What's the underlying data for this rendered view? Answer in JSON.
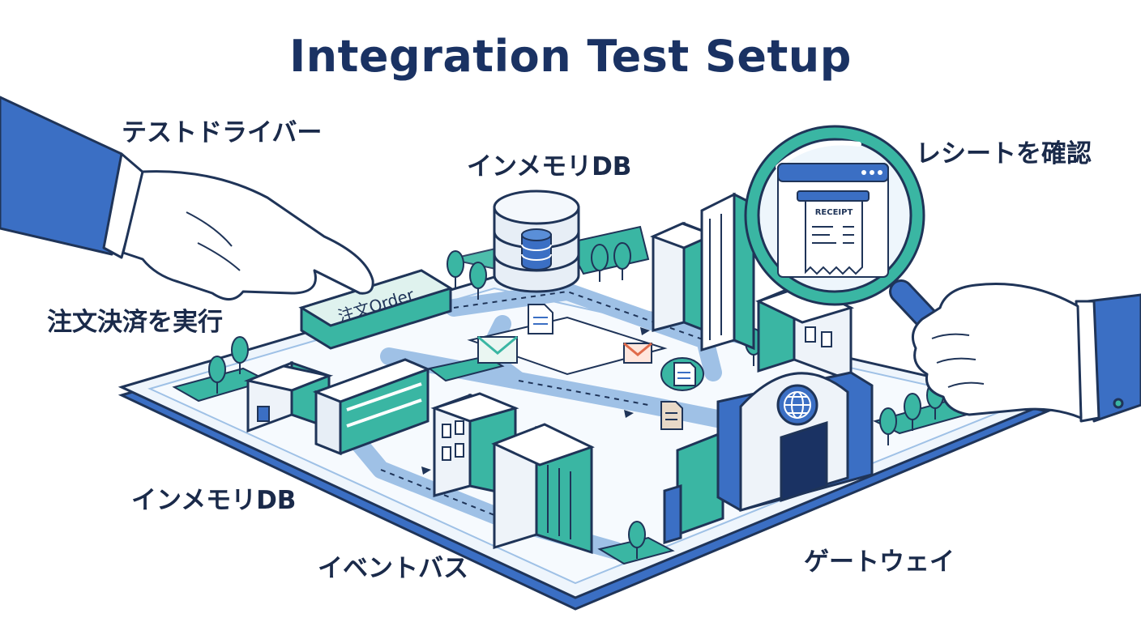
{
  "title": "Integration Test Setup",
  "labels": {
    "test_driver": "テストドライバー",
    "execute_order": "注文決済を実行",
    "in_memory_db_top": "インメモリDB",
    "in_memory_db_bottom": "インメモリDB",
    "event_bus": "イベントバス",
    "gateway": "ゲートウェイ",
    "check_receipt": "レシートを確認"
  },
  "order_button": {
    "label": "注文Order"
  },
  "receipt": {
    "label": "RECEIPT"
  },
  "icons": [
    "database-icon",
    "envelope-icon",
    "document-icon",
    "globe-icon",
    "magnifier-icon",
    "pointing-hand-icon"
  ],
  "colors": {
    "navy": "#1a3263",
    "blue": "#3b6fc4",
    "teal": "#3ab6a3",
    "light_blue": "#dceaf8",
    "outline": "#1f3458"
  }
}
